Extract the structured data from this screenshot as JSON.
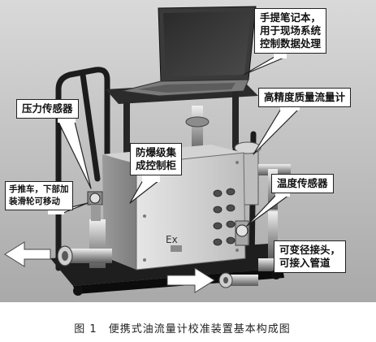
{
  "callouts": {
    "laptop": [
      "手提笔记本，",
      "用于现场系统",
      "控制数据处理"
    ],
    "pressure_sensor": "压力传感器",
    "flow_meter": "高精度质量流量计",
    "control_cabinet": [
      "防爆级集",
      "成控制柜"
    ],
    "cart": [
      "手推车，下部加",
      "装滑轮可移动"
    ],
    "temperature_sensor": "温度传感器",
    "connector": [
      "可变径接头，",
      "可接入管道"
    ]
  },
  "cabinet_mark": "Ex",
  "caption": {
    "number": "图 1",
    "text": "便携式油流量计校准装置基本构成图"
  }
}
